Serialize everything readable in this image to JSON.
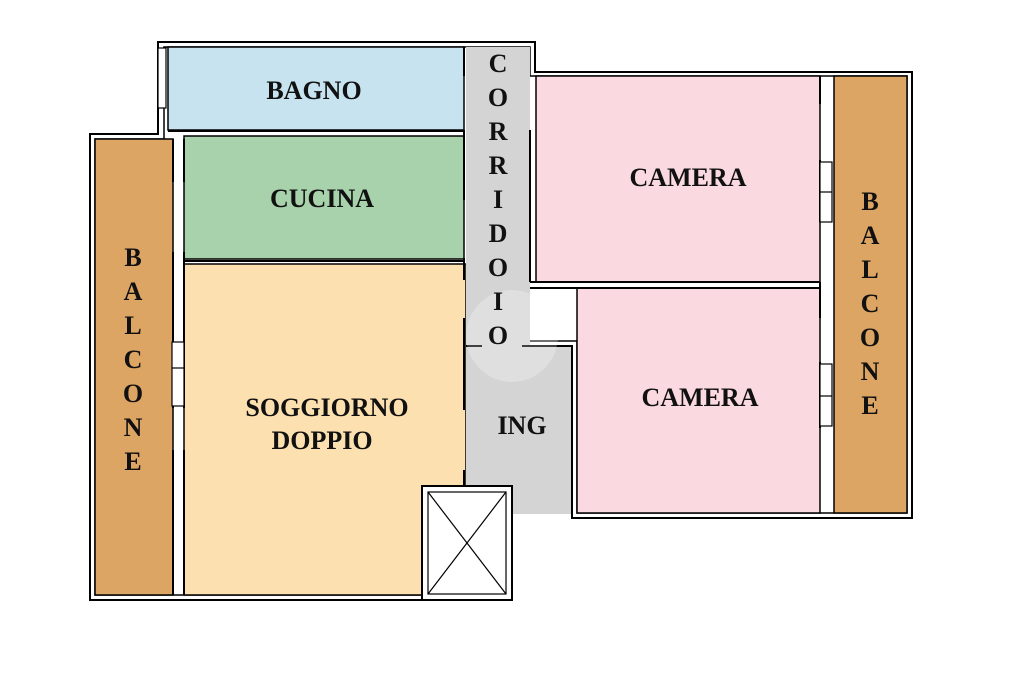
{
  "rooms": {
    "bagno": {
      "label": "BAGNO",
      "color": "#c6e3ef"
    },
    "cucina": {
      "label": "CUCINA",
      "color": "#a7d2ab"
    },
    "soggiorno": {
      "line1": "SOGGIORNO",
      "line2": "DOPPIO",
      "color": "#fde0b0"
    },
    "corridoio": {
      "label": "CORRIDOIO",
      "color": "#d4d4d4"
    },
    "ingresso": {
      "label": "ING",
      "color": "#d4d4d4"
    },
    "camera_top": {
      "label": "CAMERA",
      "color": "#fbd9e1"
    },
    "camera_bottom": {
      "label": "CAMERA",
      "color": "#fbd9e1"
    },
    "balcone_left": {
      "label": "BALCONE",
      "color": "#dca564"
    },
    "balcone_right": {
      "label": "BALCONE",
      "color": "#dca564"
    }
  },
  "colors": {
    "wall": "#000000",
    "background": "#ffffff"
  }
}
